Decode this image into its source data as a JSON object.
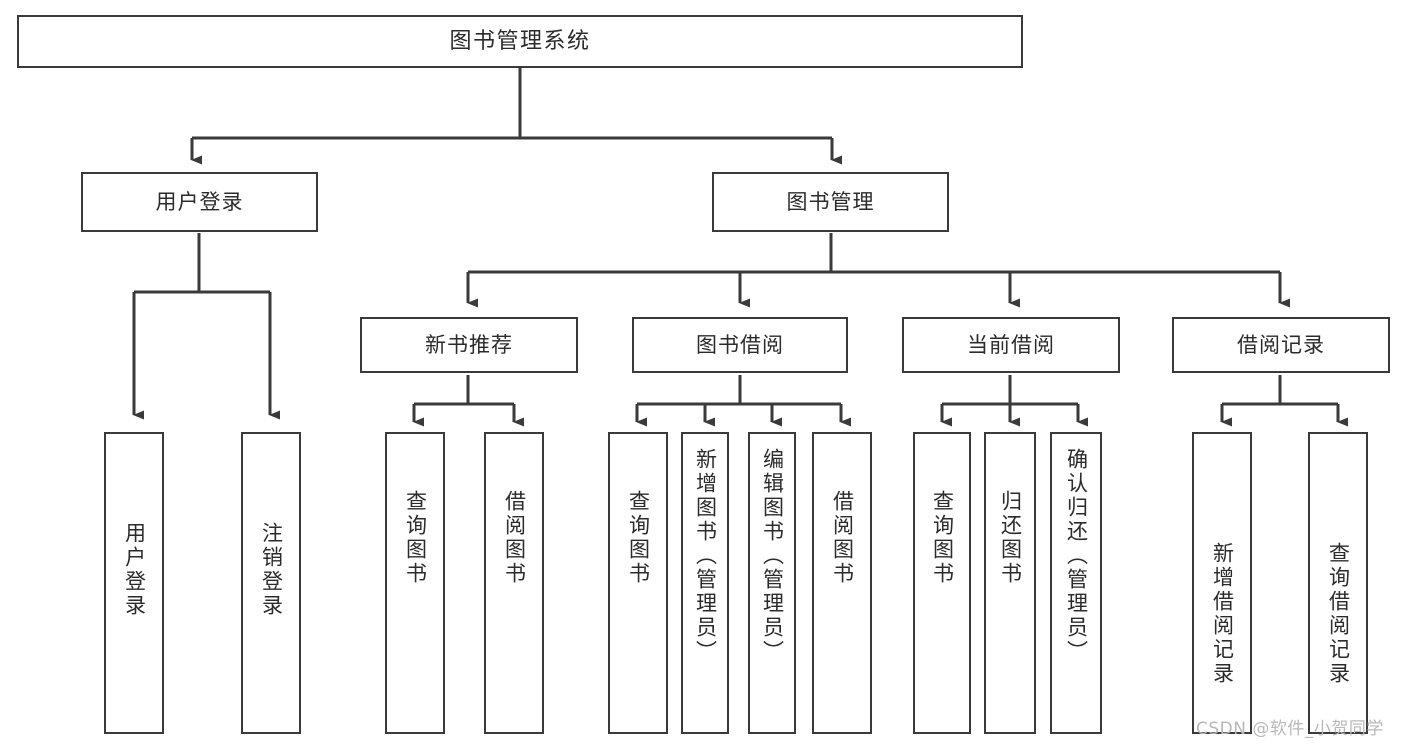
{
  "diagram": {
    "title": "图书管理系统",
    "type": "tree-hierarchy",
    "line_color": "#3a3a3a",
    "box_fill": "#ffffff",
    "text_color": "#2b2b2b",
    "background": "#ffffff"
  },
  "nodes": {
    "root": {
      "label": "图书管理系统"
    },
    "tier2": [
      {
        "label": "用户登录"
      },
      {
        "label": "图书管理"
      }
    ],
    "tier3": [
      {
        "label": "新书推荐"
      },
      {
        "label": "图书借阅"
      },
      {
        "label": "当前借阅"
      },
      {
        "label": "借阅记录"
      }
    ],
    "leaves": {
      "user_login": [
        {
          "label": "用户登录"
        },
        {
          "label": "注销登录"
        }
      ],
      "new_book_recommend": [
        {
          "label": "查询图书"
        },
        {
          "label": "借阅图书"
        }
      ],
      "book_borrow": [
        {
          "label": "查询图书"
        },
        {
          "label": "新增图书（管理员）"
        },
        {
          "label": "编辑图书（管理员）"
        },
        {
          "label": "借阅图书"
        }
      ],
      "current_borrow": [
        {
          "label": "查询图书"
        },
        {
          "label": "归还图书"
        },
        {
          "label": "确认归还（管理员）"
        }
      ],
      "borrow_record": [
        {
          "label": "新增借阅记录"
        },
        {
          "label": "查询借阅记录"
        }
      ]
    }
  },
  "watermark": {
    "text": "CSDN @软件_小贺同学"
  }
}
